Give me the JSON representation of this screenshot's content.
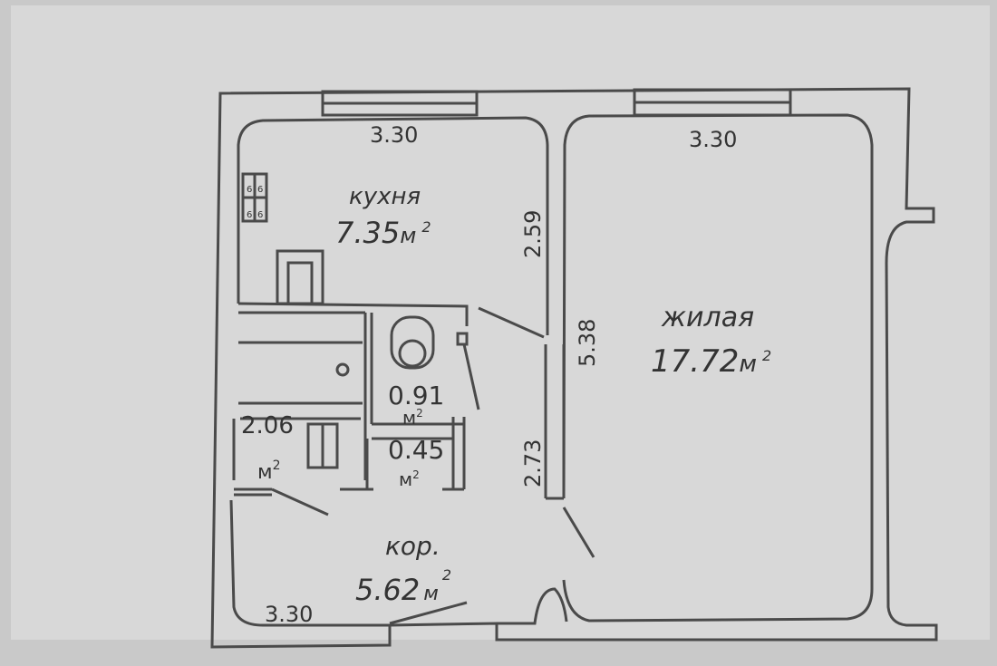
{
  "rooms": {
    "kitchen": {
      "name": "кухня",
      "area": "7.35",
      "unit": "м",
      "sup": "2"
    },
    "living": {
      "name": "жилая",
      "area": "17.72",
      "unit": "м",
      "sup": "2"
    },
    "corridor": {
      "name": "кор.",
      "area": "5.62",
      "unit": "м",
      "sup": "2"
    },
    "storage": {
      "area": "2.06",
      "unit": "м",
      "sup": "2"
    },
    "toilet": {
      "area": "0.91",
      "unit": "м",
      "sup": "2"
    },
    "closet": {
      "area": "0.45",
      "unit": "м",
      "sup": "2"
    }
  },
  "dimensions": {
    "kitchen_top": "3.30",
    "living_top": "3.30",
    "corridor_bottom": "3.30",
    "kitchen_side": "2.59",
    "partition_upper": "5.38",
    "partition_lower": "2.73"
  },
  "stove": {
    "top_left": "6",
    "top_right": "6",
    "bottom_left": "6",
    "bottom_right": "6"
  },
  "colors": {
    "line": "#4a4a4a",
    "sheet": "#d8d8d8",
    "text": "#333333"
  }
}
